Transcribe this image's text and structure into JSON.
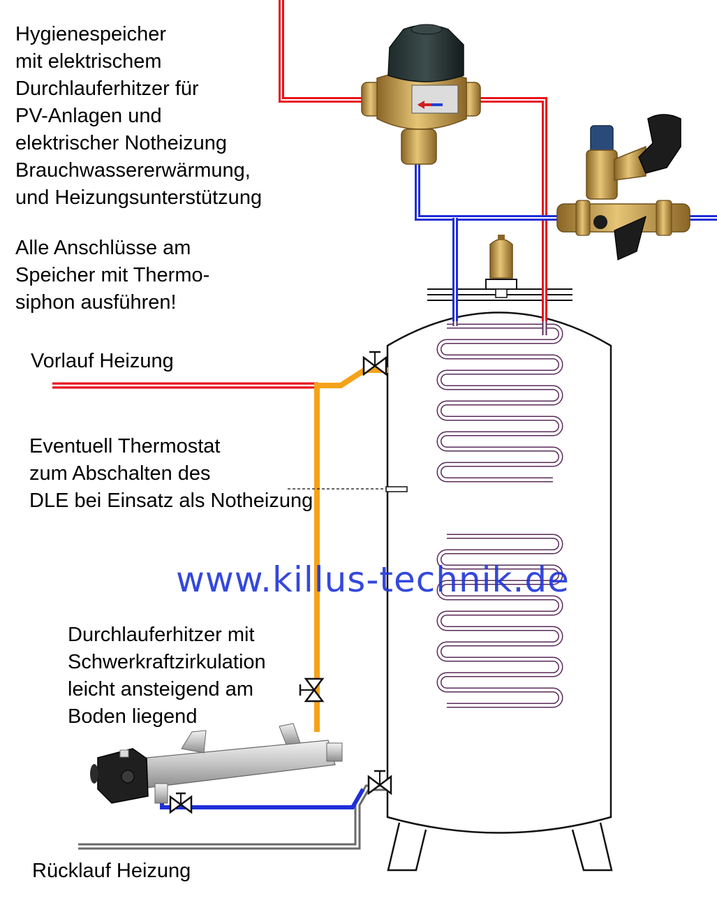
{
  "labels": {
    "title": "Hygienespeicher\nmit elektrischem\nDurchlauferhitzer für\nPV-Anlagen und\nelektrischer Notheizung\nBrauchwassererwärmung,\nund Heizungsunterstützung",
    "note": "Alle Anschlüsse am\nSpeicher mit Thermo-\nsiphon ausführen!",
    "vorlauf": "Vorlauf Heizung",
    "thermostat": "Eventuell Thermostat\nzum Abschalten des\nDLE bei Einsatz als Notheizung",
    "watermark": "www.killus-technik.de",
    "heater": "Durchlauferhitzer mit\nSchwerkraftzirkulation\nleicht ansteigend am\nBoden liegend",
    "ruecklauf": "Rücklauf Heizung"
  },
  "colors": {
    "hot": "#e8141c",
    "cold": "#1f2fd8",
    "heater_line": "#f5a21a",
    "return_line": "#6a6a6a",
    "watermark": "#1f35d9",
    "brass": "#c9a04a",
    "outline": "#111111"
  },
  "icons": {
    "mixing_valve": "thermostatic-mixing-valve-icon",
    "safety_group": "safety-valve-group-icon",
    "air_vent": "automatic-air-vent-icon",
    "valve": "shut-off-valve-icon",
    "heater": "flow-heater-icon"
  }
}
